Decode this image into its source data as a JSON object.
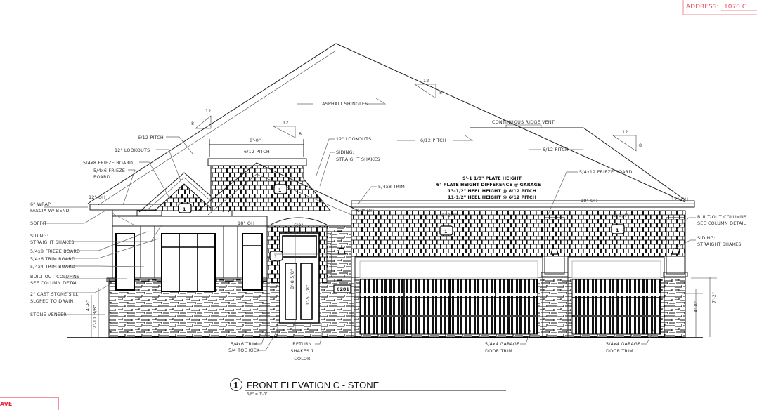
{
  "stamp": {
    "address_label": "ADDRESS:",
    "address_value": "1070 C",
    "corner_text": "AVE",
    "color": "#e8203a"
  },
  "title_block": {
    "number": "1",
    "title": "FRONT ELEVATION C - STONE",
    "scale": "3/8\" = 1'-0\""
  },
  "tags": {
    "siding": "1"
  },
  "house_number": "6281",
  "pitch_marks": {
    "run": "12",
    "rise": "8"
  },
  "labels_left": {
    "pitch": "6/12 PITCH",
    "lookouts": "12\" LOOKOUTS",
    "frieze8": "5/4x8 FRIEZE BOARD",
    "frieze6a": "5/4x6 FRIEZE",
    "frieze6b": "BOARD",
    "oh12": "12\" OH",
    "wrap1": "6\" WRAP",
    "wrap2": "FASCIA W/ BEND",
    "soffit": "SOFFIT",
    "oh18": "18\" OH",
    "siding1": "SIDING:",
    "siding2": "STRAIGHT SHAKES",
    "frieze8b": "5/4x8 FRIEZE BOARD",
    "trim6": "5/4x6 TRIM BOARD",
    "trim4": "5/4x4 TRIM BOARD",
    "column1": "BUILT-OUT COLUMNS",
    "column2": "SEE COLUMN DETAIL",
    "sill1": "2\" CAST STONE SILL",
    "sill2": "SLOPED TO DRAIN",
    "veneer": "STONE VENEER",
    "dim_a": "4'-8\"",
    "dim_b": "2'-11 3/8\""
  },
  "labels_center": {
    "shingles": "ASPHALT SHINGLES",
    "gable_width": "8'-0\"",
    "gable_pitch": "6/12 PITCH",
    "lookouts": "12\" LOOKOUTS",
    "siding1": "SIDING:",
    "siding2": "STRAIGHT SHAKES",
    "trim8": "5/4x8 TRIM",
    "pitch_a": "6/12 PITCH",
    "pitch_b": "6/12 PITCH",
    "ridge_vent": "CONTINUOUS RIDGE VENT",
    "plate_notes": [
      "9'-1 1/8\" PLATE HEIGHT",
      "6\" PLATE HEIGHT DIFFERENCE @ GARAGE",
      "13-1/2\" HEEL HEIGHT @ 8/12 PITCH",
      "11-1/2\" HEEL HEIGHT @ 6/12 PITCH"
    ],
    "frieze12": "5/4x12 FRIEZE BOARD",
    "oh18": "18\" OH",
    "oh18b": "18\" OH",
    "arch_dim": "6'9\"",
    "door_dim_a": "8'-8 5/8\"",
    "door_dim_b": "1'-5 1/8\"",
    "wall_dim_a": "6'-3/4\"",
    "wall_dim_b": "6'-3/4\""
  },
  "labels_right": {
    "oh12": "12\" OH",
    "column1": "BUILT-OUT COLUMNS",
    "column2": "SEE COLUMN DETAIL",
    "siding1": "SIDING:",
    "siding2": "STRAIGHT SHAKES",
    "dim_a": "7'-2\"",
    "dim_b": "4'-8\""
  },
  "labels_bottom": {
    "trim6": "5/4x6 TRIM",
    "toe_kick": "5/4 TOE KICK",
    "return1": "RETURN",
    "return2": "SHAKES 1",
    "return3": "COLOR",
    "garage_trim_a1": "5/4x4 GARAGE",
    "garage_trim_a2": "DOOR TRIM",
    "garage_trim_b1": "5/4x4 GARAGE",
    "garage_trim_b2": "DOOR TRIM"
  }
}
